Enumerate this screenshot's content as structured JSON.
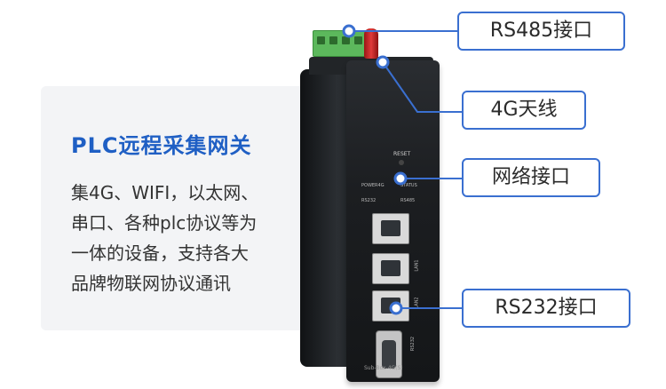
{
  "info": {
    "title": "PLC远程采集网关",
    "description_lines": [
      "集4G、WIFI，以太网、",
      "串口、各种plc协议等为",
      "一体的设备，支持各大",
      "品牌物联网协议通讯"
    ]
  },
  "device": {
    "reset_label": "RESET",
    "led_labels": [
      "POWER4G",
      "STATUS",
      "RS232",
      "RS485"
    ],
    "port_labels": [
      "LAN1",
      "LAN2"
    ],
    "serial_label": "RS232",
    "model": "Sub-Box-4G(S)"
  },
  "callouts": {
    "rs485": "RS485接口",
    "antenna": "4G天线",
    "network": "网络接口",
    "rs232": "RS232接口"
  },
  "colors": {
    "accent": "#3a6fd0",
    "title": "#1f5fc4",
    "panel_bg": "#f3f4f6"
  }
}
